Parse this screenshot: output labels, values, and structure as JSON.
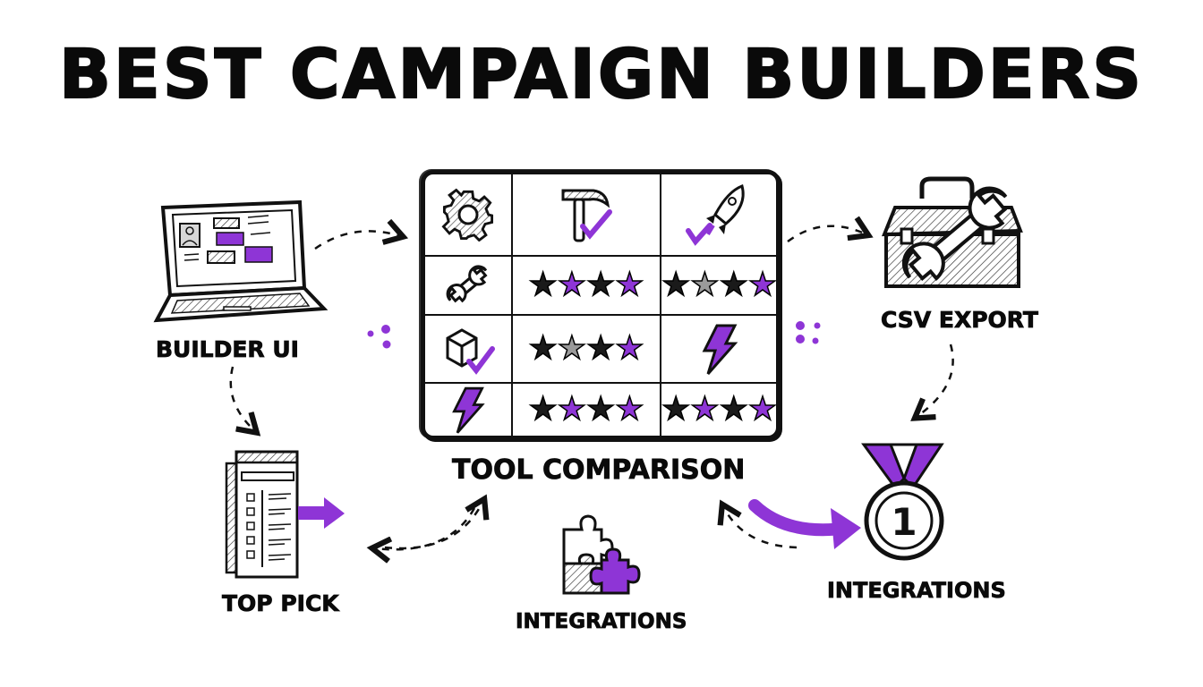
{
  "title": "BEST CAMPAIGN BUILDERS",
  "colors": {
    "accent": "#8e35d6",
    "ink": "#0a0a0a",
    "background": "#ffffff",
    "gray": "#9a9a9a"
  },
  "nodes": {
    "builder_ui": {
      "label": "BUILDER UI",
      "icon": "laptop-icon"
    },
    "top_pick": {
      "label": "TOP PICK",
      "icon": "checklist-document-icon"
    },
    "tool_comparison": {
      "label": "TOOL COMPARISON",
      "icon": "comparison-table"
    },
    "csv_export": {
      "label": "CSV EXPORT",
      "icon": "toolbox-wrench-icon"
    },
    "integrations_medal": {
      "label": "INTEGRATIONS",
      "icon": "medal-first-place-icon"
    },
    "integrations_puzzle": {
      "label": "INTEGRATIONS",
      "icon": "puzzle-pieces-icon"
    }
  },
  "comparison_table": {
    "header_row": [
      "gear-icon",
      "hammer-check-icon",
      "rocket-check-icon"
    ],
    "rows": [
      {
        "icon": "wrench-icon",
        "col2": [
          "dark",
          "purple",
          "dark",
          "purple"
        ],
        "col3": [
          "dark",
          "gray",
          "dark",
          "purple"
        ]
      },
      {
        "icon": "cube-check-icon",
        "col2": [
          "dark",
          "gray",
          "dark",
          "purple"
        ],
        "col3": "lightning-icon"
      },
      {
        "icon": "lightning-icon",
        "col2": [
          "dark",
          "purple",
          "dark",
          "purple"
        ],
        "col3": [
          "dark",
          "purple",
          "dark",
          "purple"
        ]
      }
    ]
  },
  "star_glyph": "★",
  "medal_number": "1"
}
